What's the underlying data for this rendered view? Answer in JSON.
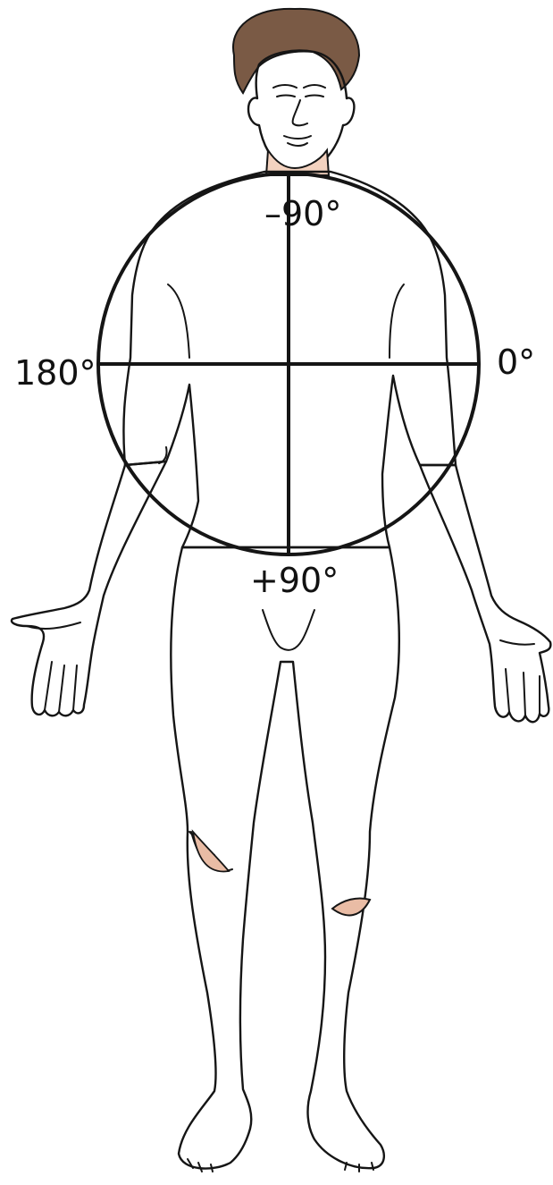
{
  "figure": {
    "labels": {
      "top": "–90°",
      "bottom": "+90°",
      "left": "180°",
      "right": "0°"
    }
  },
  "colors": {
    "skin_light": "#fbe8dc",
    "skin_mid": "#f1cdb8",
    "skin_shadow": "#e3b19a",
    "hair": "#7a5a45",
    "line": "#151515"
  },
  "icons": [
    "human-figure",
    "reference-circle"
  ]
}
